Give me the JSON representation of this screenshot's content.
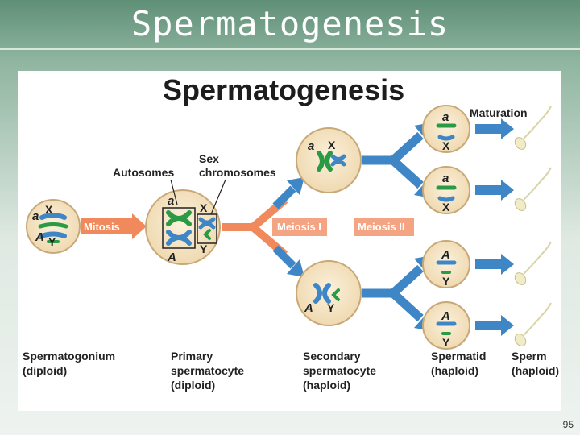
{
  "slide": {
    "title": "Spermatogenesis",
    "page_number": "95"
  },
  "figure": {
    "title": "Spermatogenesis",
    "labels": {
      "autosomes": "Autosomes",
      "sex_line1": "Sex",
      "sex_line2": "chromosomes",
      "maturation": "Maturation"
    },
    "process_labels": {
      "mitosis": "Mitosis",
      "meiosis1": "Meiosis I",
      "meiosis2": "Meiosis II"
    },
    "stages": [
      {
        "line1": "Spermatogonium",
        "line2": "(diploid)",
        "line3": ""
      },
      {
        "line1": "Primary",
        "line2": "spermatocyte",
        "line3": "(diploid)"
      },
      {
        "line1": "Secondary",
        "line2": "spermatocyte",
        "line3": "(haploid)"
      },
      {
        "line1": "Spermatid",
        "line2": "(haploid)",
        "line3": ""
      },
      {
        "line1": "Sperm",
        "line2": "(haploid)",
        "line3": ""
      }
    ],
    "alleles": {
      "spermatogonium": {
        "a": "a",
        "A": "A",
        "X": "X",
        "Y": "Y"
      },
      "primary": {
        "a": "a",
        "A": "A",
        "X": "X",
        "Y": "Y"
      },
      "secondary_top": {
        "a": "a",
        "X": "X"
      },
      "secondary_bottom": {
        "A": "A",
        "Y": "Y"
      },
      "spermatids": [
        {
          "allele": "a",
          "sex": "X"
        },
        {
          "allele": "a",
          "sex": "X"
        },
        {
          "allele": "A",
          "sex": "Y"
        },
        {
          "allele": "A",
          "sex": "Y"
        }
      ]
    },
    "colors": {
      "cell_fill": "#f4e4c6",
      "cell_stroke": "#c9a878",
      "blue": "#3f86c6",
      "green": "#2a9a44",
      "orange": "#f08a5d",
      "sperm": "#f0ecc8"
    }
  }
}
